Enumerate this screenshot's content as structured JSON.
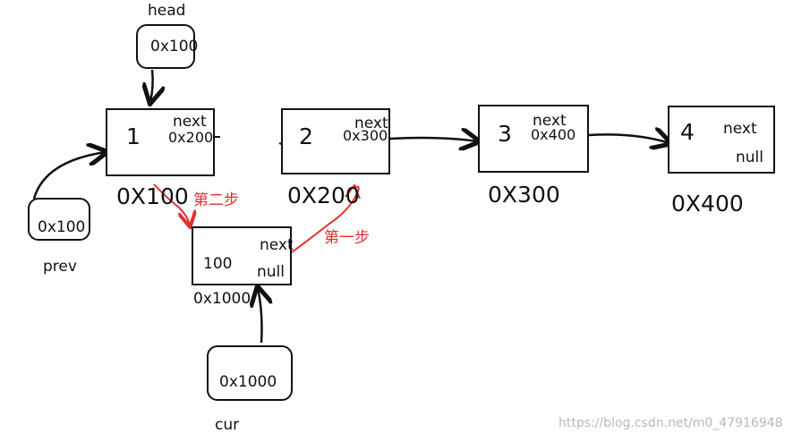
{
  "labels": {
    "head": "head",
    "prev": "prev",
    "cur": "cur"
  },
  "pointers": {
    "head_value": "0x100",
    "prev_value": "0x100",
    "cur_value": "0x1000"
  },
  "nodes": [
    {
      "value": "1",
      "next_label": "next",
      "next_value": "0x200",
      "address": "0X100"
    },
    {
      "value": "2",
      "next_label": "next",
      "next_value": "0x300",
      "address": "0X200"
    },
    {
      "value": "3",
      "next_label": "next",
      "next_value": "0x400",
      "address": "0X300"
    },
    {
      "value": "4",
      "next_label": "next",
      "next_value": "null",
      "address": "0X400"
    }
  ],
  "new_node": {
    "value": "100",
    "next_label": "next",
    "next_value": "null",
    "address": "0x1000"
  },
  "steps": {
    "step1": "第一步",
    "step2": "第二步"
  },
  "watermark": "https://blog.csdn.net/m0_47916948",
  "colors": {
    "ink": "#111111",
    "annotation": "#e03030",
    "watermark": "#b9b9b9"
  }
}
